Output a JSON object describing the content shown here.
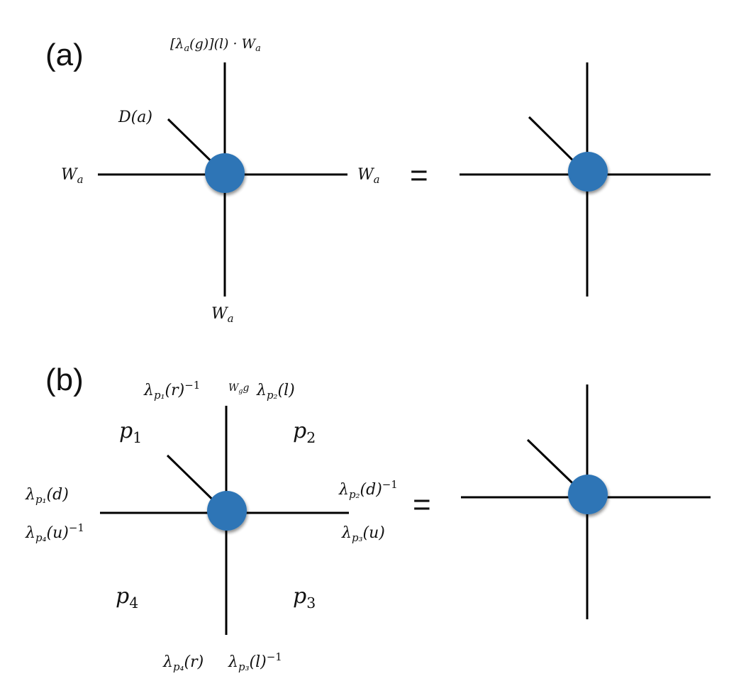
{
  "panel_a": {
    "label": "(a)",
    "lhs": {
      "top_label": "[λa(g)](l) · Wa",
      "diag_label": "D(a)",
      "left_label": "Wa",
      "right_label": "Wa",
      "bottom_label": "Wa"
    },
    "equals": "="
  },
  "panel_b": {
    "label": "(b)",
    "lhs": {
      "top_left_label": "λp1(r)−1",
      "top_mid_label": "Wgg",
      "top_right_label": "λp2(l)",
      "left_upper_label": "λp1(d)",
      "left_lower_label": "λp4(u)−1",
      "right_upper_label": "λp2(d)−1",
      "right_lower_label": "λp3(u)",
      "bottom_left_label": "λp4(r)",
      "bottom_right_label": "λp3(l)−1",
      "q1": "p1",
      "q2": "p2",
      "q3": "p3",
      "q4": "p4"
    },
    "equals": "="
  },
  "colors": {
    "node": "#2d75b6",
    "line": "#000000"
  }
}
